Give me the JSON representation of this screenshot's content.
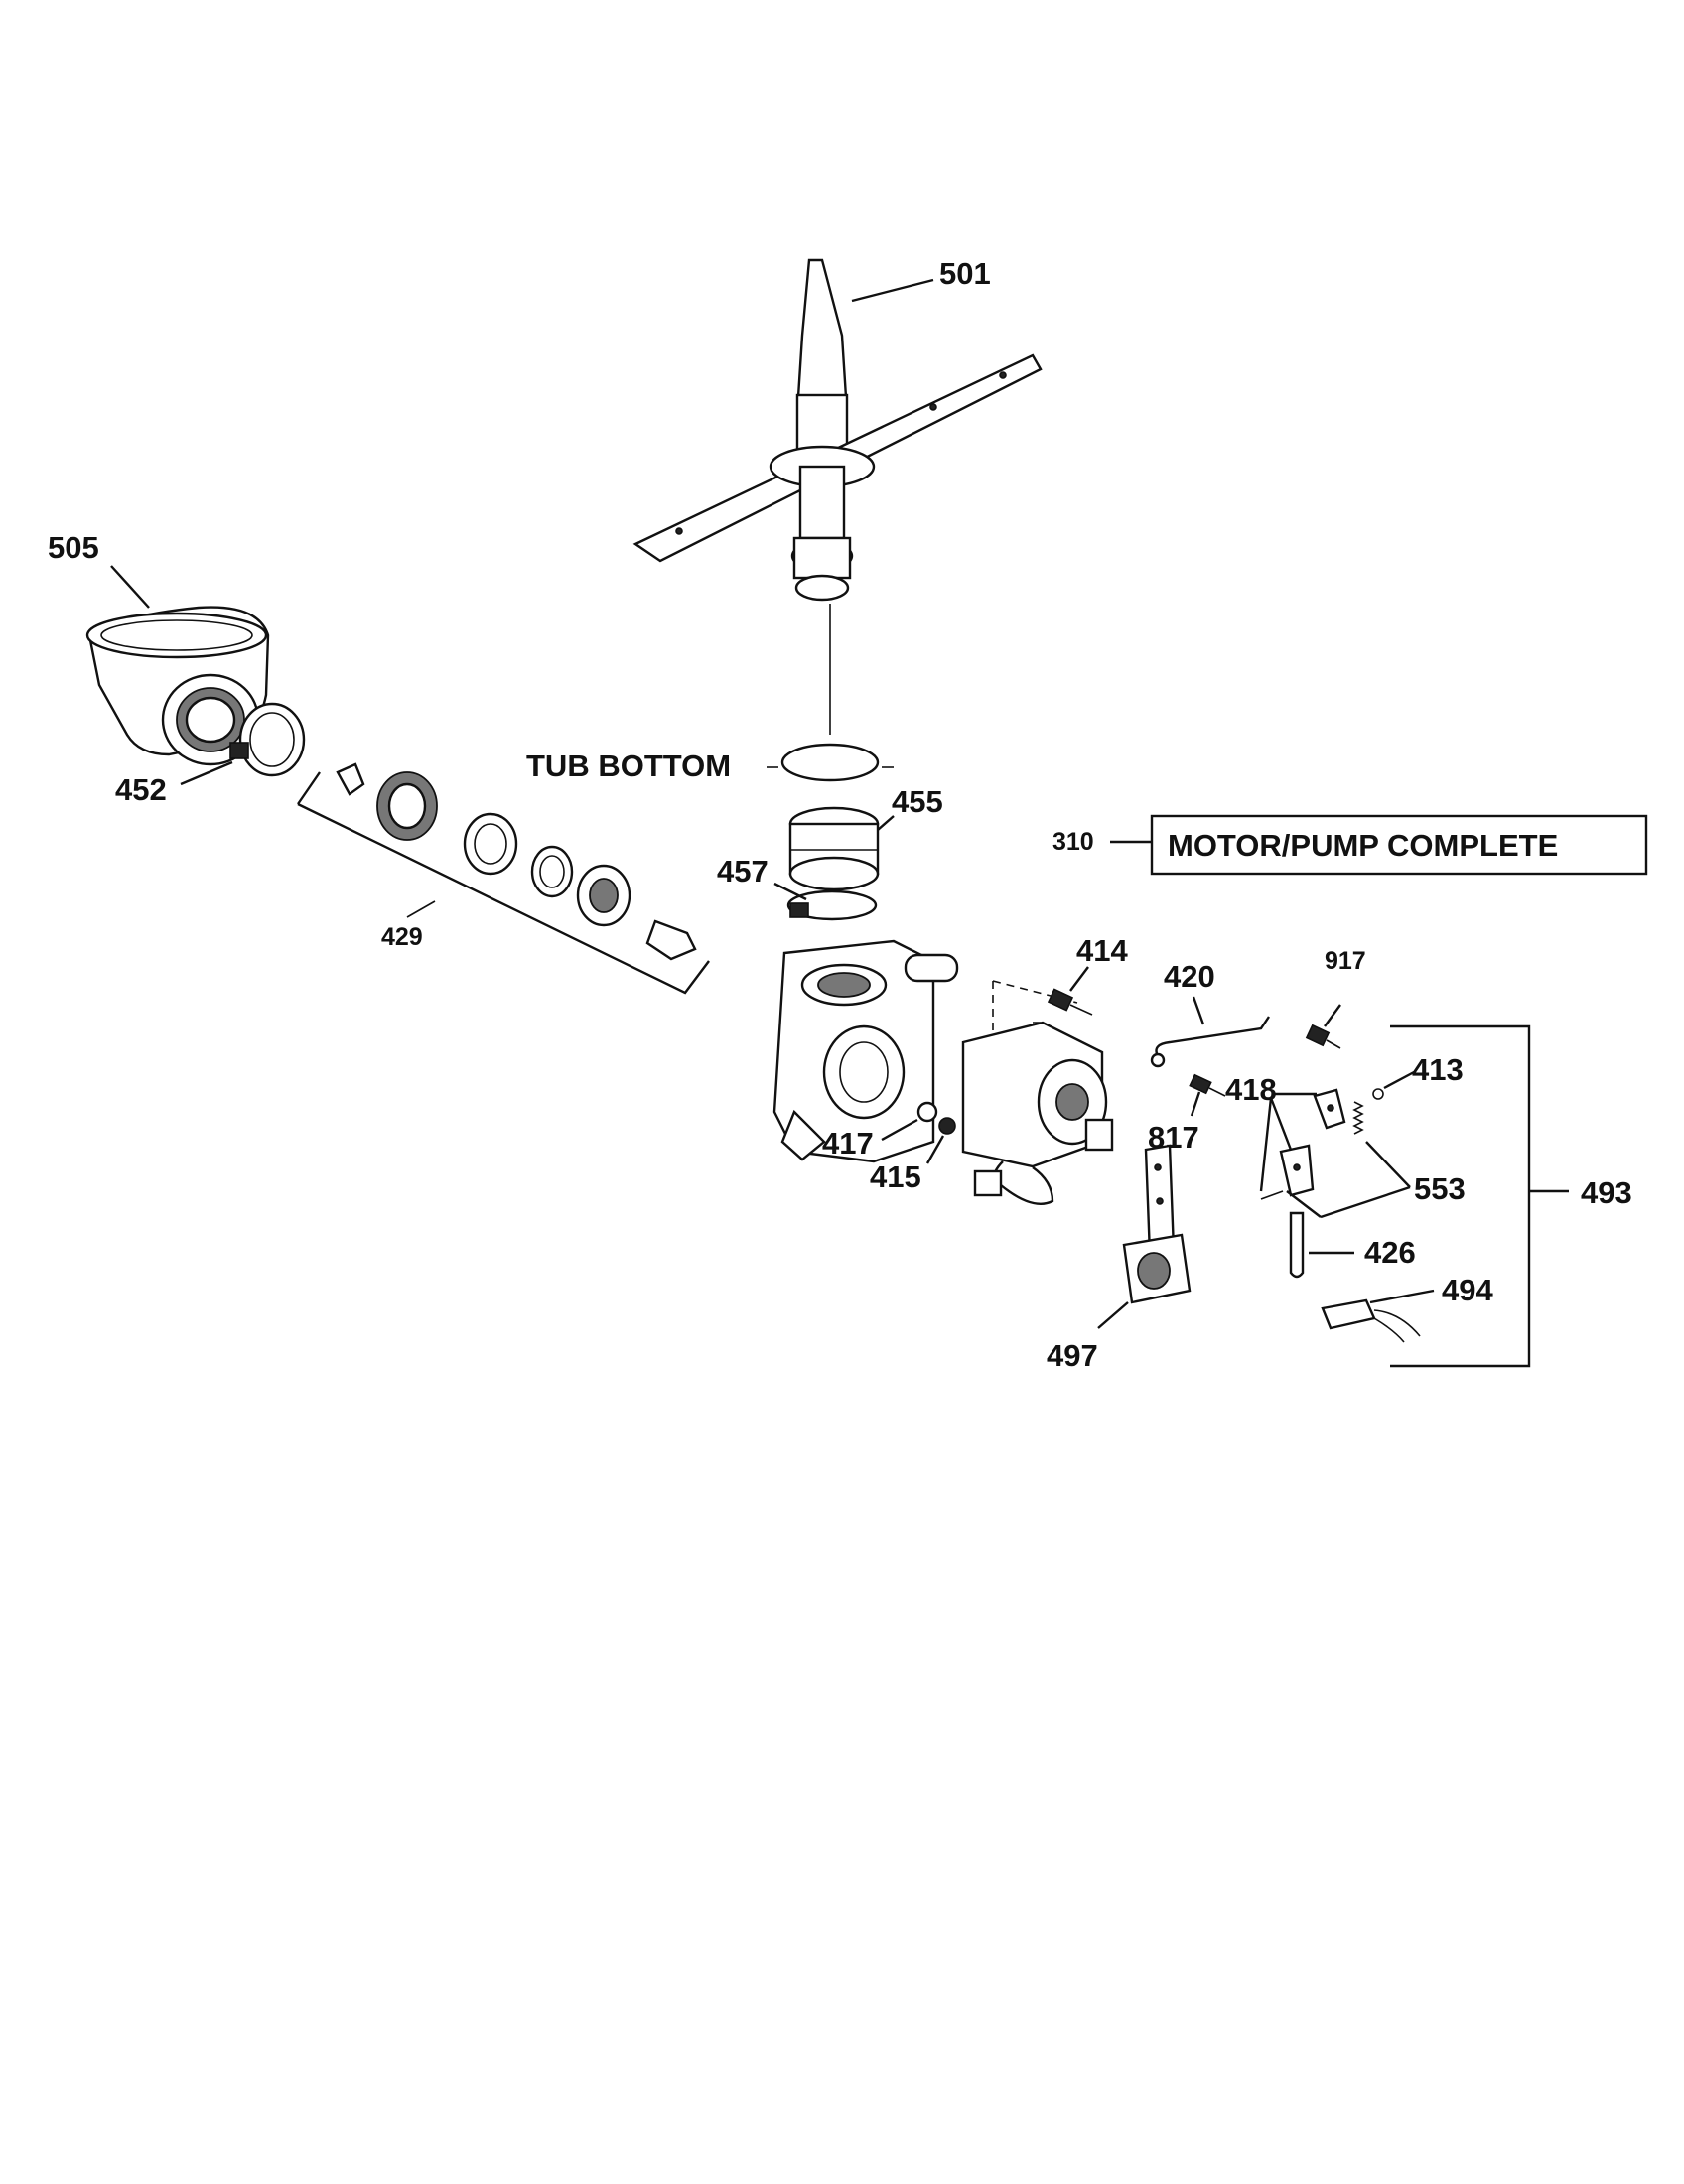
{
  "labels": {
    "p501": "501",
    "p505": "505",
    "p452": "452",
    "p429": "429",
    "tub_bottom": "TUB BOTTOM",
    "p455": "455",
    "p457": "457",
    "p310": "310",
    "motor_pump_complete": "MOTOR/PUMP COMPLETE",
    "p414": "414",
    "p420": "420",
    "p917": "917",
    "p417": "417",
    "p415": "415",
    "p817": "817",
    "p418": "418",
    "p413": "413",
    "p553": "553",
    "p493": "493",
    "p426": "426",
    "p494": "494",
    "p497": "497"
  }
}
